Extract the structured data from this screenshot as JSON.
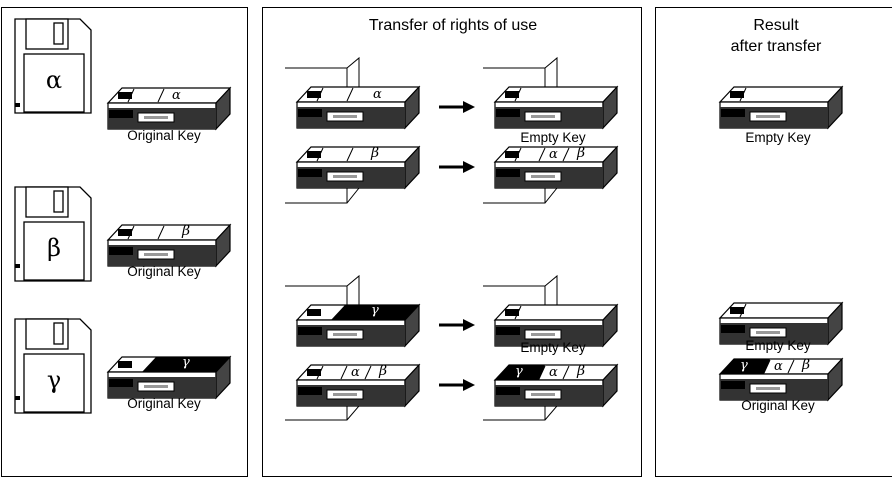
{
  "panels": {
    "left": {
      "disks": [
        {
          "symbol": "α",
          "key_label": "Original Key",
          "key_content": "α"
        },
        {
          "symbol": "β",
          "key_label": "Original Key",
          "key_content": "β"
        },
        {
          "symbol": "γ",
          "key_label": "Original Key",
          "key_content": "γ"
        }
      ]
    },
    "middle": {
      "title": "Transfer of rights of use",
      "labels": {
        "top_after": "Empty Key",
        "bottom_after": "Empty Key"
      },
      "key_text": {
        "alpha": "α",
        "beta": "β",
        "gamma": "γ"
      }
    },
    "right": {
      "title_line1": "Result",
      "title_line2": "after transfer",
      "labels": {
        "top": "Empty Key",
        "bottom_empty": "Empty Key",
        "bottom_original": "Original Key"
      }
    }
  }
}
